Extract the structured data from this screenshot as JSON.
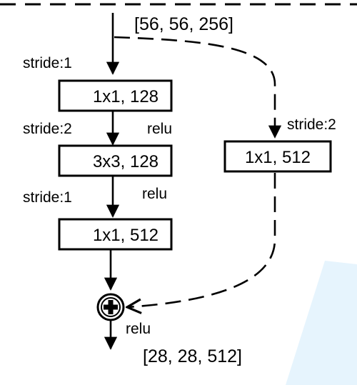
{
  "input_shape": "[56, 56, 256]",
  "output_shape": "[28, 28, 512]",
  "main_path": {
    "stride_1": "stride:1",
    "conv1": "1x1, 128",
    "stride_2": "stride:2",
    "relu_1": "relu",
    "conv2": "3x3, 128",
    "stride_3": "stride:1",
    "relu_2": "relu",
    "conv3": "1x1, 512"
  },
  "shortcut": {
    "stride": "stride:2",
    "conv": "1x1, 512"
  },
  "add_node": {
    "symbol": "plus",
    "relu": "relu"
  },
  "colors": {
    "stroke": "#000000",
    "background": "#ffffff",
    "decor_blue": "#e6f4fd"
  }
}
